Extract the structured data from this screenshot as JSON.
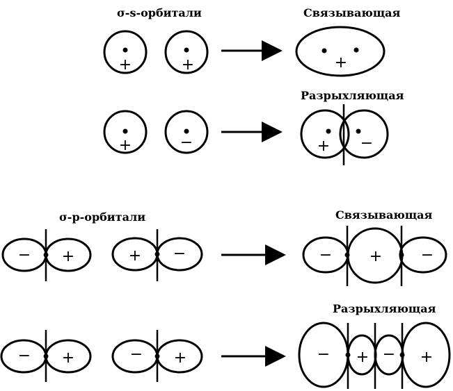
{
  "labels": {
    "s_orbitals": "σ-s-орбитали",
    "bonding_top": "Связывающая",
    "antibonding_top": "Разрыхляющая",
    "p_orbitals": "σ-p-орбитали",
    "bonding_bottom": "Связывающая",
    "antibonding_bottom": "Разрыхляющая"
  },
  "signs": {
    "plus": "+",
    "minus": "−"
  }
}
